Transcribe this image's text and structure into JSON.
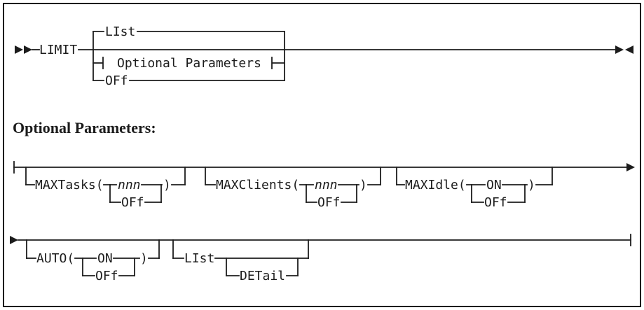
{
  "colors": {
    "line": "#1c1c1c",
    "text": "#1c1c1c",
    "background": "#ffffff"
  },
  "top_rail": {
    "start_keyword": "LIMIT",
    "default_option": "LIst",
    "fragment_reference": "Optional Parameters",
    "alternative_option": "OFf"
  },
  "fragment_heading": "Optional Parameters:",
  "parameters_row1": {
    "maxtasks_keyword": "MAXTasks(",
    "maxtasks_value": "nnn",
    "maxtasks_alt": "OFf",
    "maxtasks_close": ")",
    "maxclients_keyword": "MAXClients(",
    "maxclients_value": "nnn",
    "maxclients_alt": "OFf",
    "maxclients_close": ")",
    "maxidle_keyword": "MAXIdle(",
    "maxidle_value": "ON",
    "maxidle_alt": "OFf",
    "maxidle_close": ")"
  },
  "parameters_row2": {
    "auto_keyword": "AUTO(",
    "auto_value": "ON",
    "auto_alt": "OFf",
    "auto_close": ")",
    "list_keyword": "LIst",
    "list_sub_option": "DETail"
  }
}
